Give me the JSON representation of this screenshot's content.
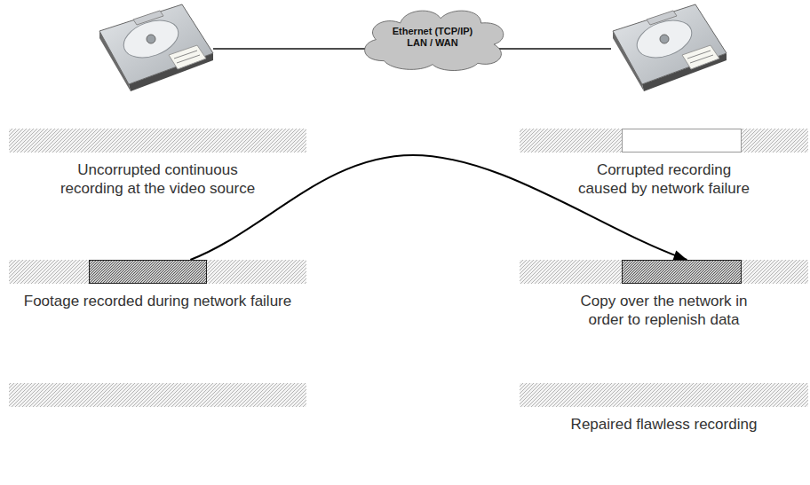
{
  "diagram": {
    "nodes": [
      {
        "text": [
          "Ethernet (TCP/IP) LAN / WAN"
        ]
      },
      {
        "text": [
          "Uncorrupted continuous recording at the video source"
        ]
      },
      {
        "text": [
          "Corrupted recording caused by network failure"
        ]
      },
      {
        "text": [
          "Footage recorded during network failure"
        ]
      },
      {
        "text": [
          "Copy over the network in order to replenish data"
        ]
      },
      {
        "text": [
          "Repaired flawless recording"
        ]
      }
    ],
    "edges": [
      {
        "from": 3,
        "to": 4,
        "arrow": "to"
      }
    ]
  }
}
